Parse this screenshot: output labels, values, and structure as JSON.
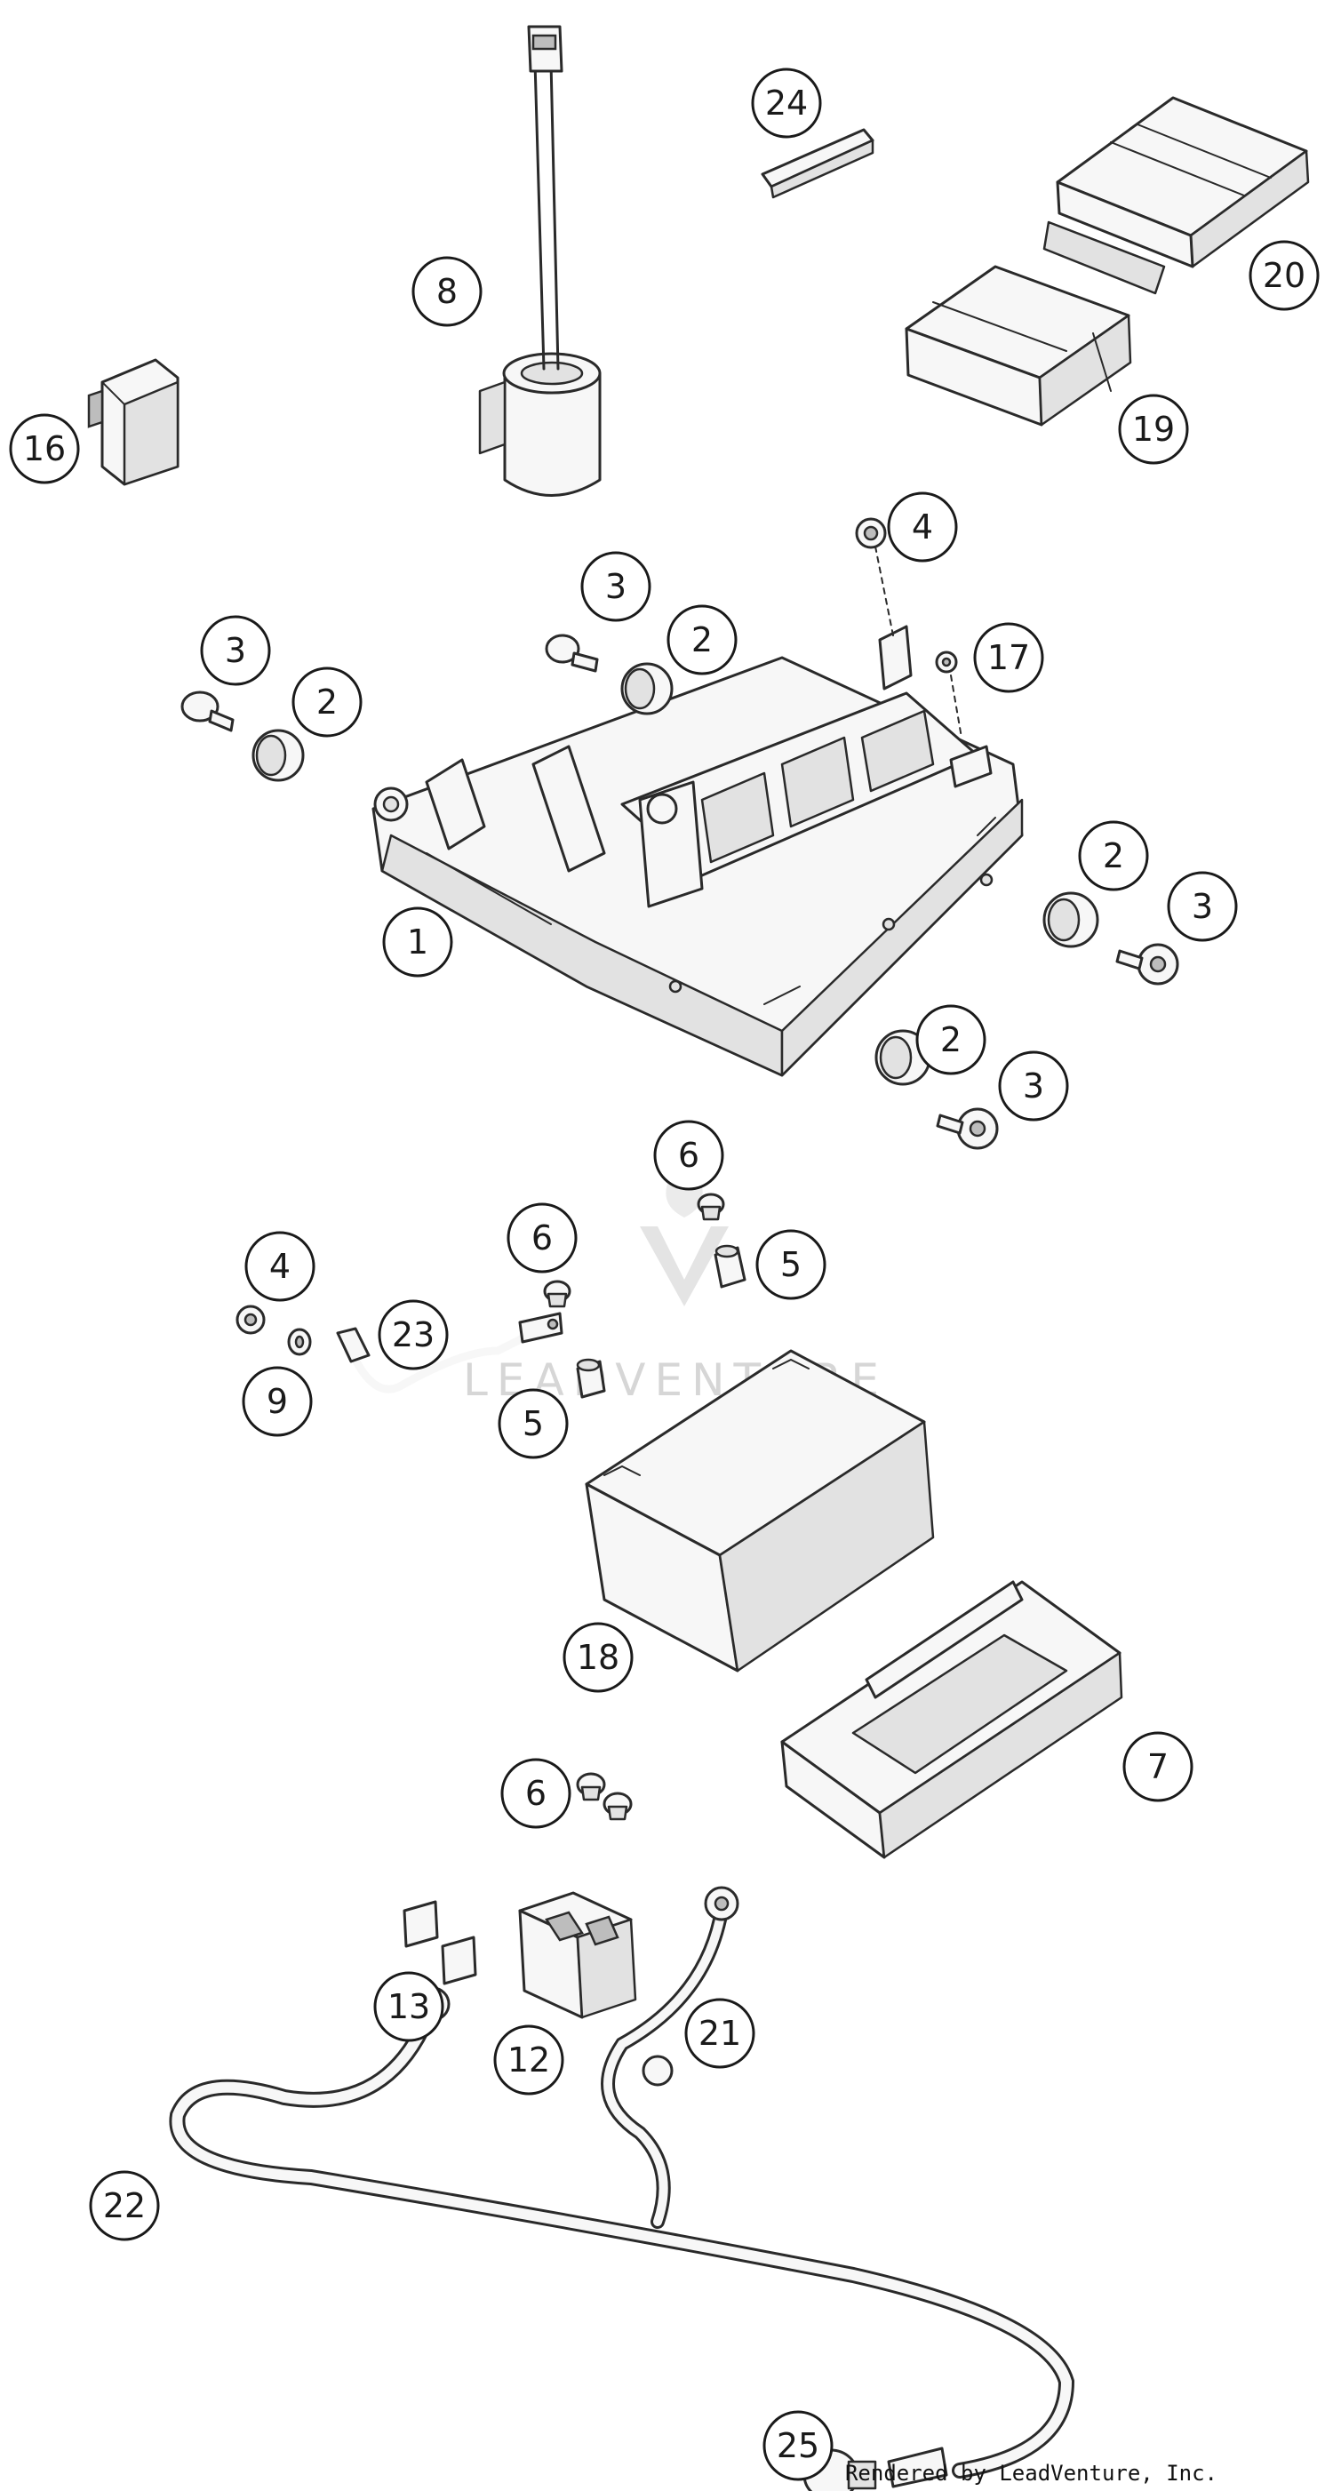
{
  "watermark": "LEADVENTURE",
  "credit": "Rendered by LeadVenture, Inc.",
  "callouts": [
    {
      "id": "c24",
      "label": "24"
    },
    {
      "id": "c20",
      "label": "20"
    },
    {
      "id": "c19",
      "label": "19"
    },
    {
      "id": "c8",
      "label": "8"
    },
    {
      "id": "c16",
      "label": "16"
    },
    {
      "id": "c4a",
      "label": "4"
    },
    {
      "id": "c17",
      "label": "17"
    },
    {
      "id": "c3a",
      "label": "3"
    },
    {
      "id": "c2a",
      "label": "2"
    },
    {
      "id": "c3b",
      "label": "3"
    },
    {
      "id": "c2b",
      "label": "2"
    },
    {
      "id": "c2c",
      "label": "2"
    },
    {
      "id": "c3c",
      "label": "3"
    },
    {
      "id": "c1",
      "label": "1"
    },
    {
      "id": "c2d",
      "label": "2"
    },
    {
      "id": "c3d",
      "label": "3"
    },
    {
      "id": "c6a",
      "label": "6"
    },
    {
      "id": "c6b",
      "label": "6"
    },
    {
      "id": "c5a",
      "label": "5"
    },
    {
      "id": "c4b",
      "label": "4"
    },
    {
      "id": "c23",
      "label": "23"
    },
    {
      "id": "c9",
      "label": "9"
    },
    {
      "id": "c5b",
      "label": "5"
    },
    {
      "id": "c18",
      "label": "18"
    },
    {
      "id": "c7",
      "label": "7"
    },
    {
      "id": "c6c",
      "label": "6"
    },
    {
      "id": "c13",
      "label": "13"
    },
    {
      "id": "c12",
      "label": "12"
    },
    {
      "id": "c21",
      "label": "21"
    },
    {
      "id": "c22",
      "label": "22"
    },
    {
      "id": "c25",
      "label": "25"
    }
  ]
}
